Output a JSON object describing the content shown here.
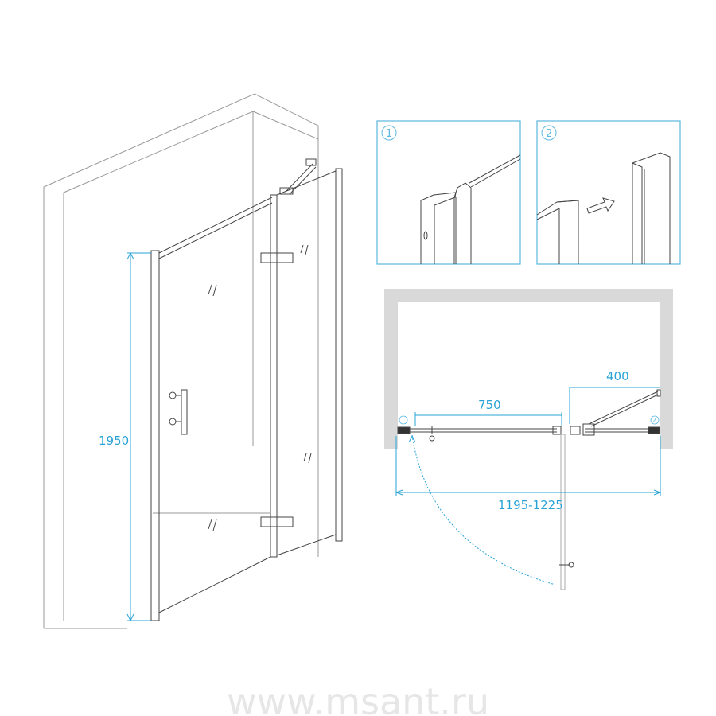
{
  "left_view": {
    "height_dim": "1950"
  },
  "detail_1": {
    "badge": "1"
  },
  "detail_2": {
    "badge": "2"
  },
  "plan_view": {
    "door_width_dim": "750",
    "fixed_panel_dim": "400",
    "total_width_dim": "1195-1225",
    "marker_1": "1",
    "marker_2": "2"
  },
  "watermark": "www.msant.ru",
  "colors": {
    "dimension": "#29a3d6",
    "wall": "#d9d9d9",
    "line": "#444444"
  }
}
